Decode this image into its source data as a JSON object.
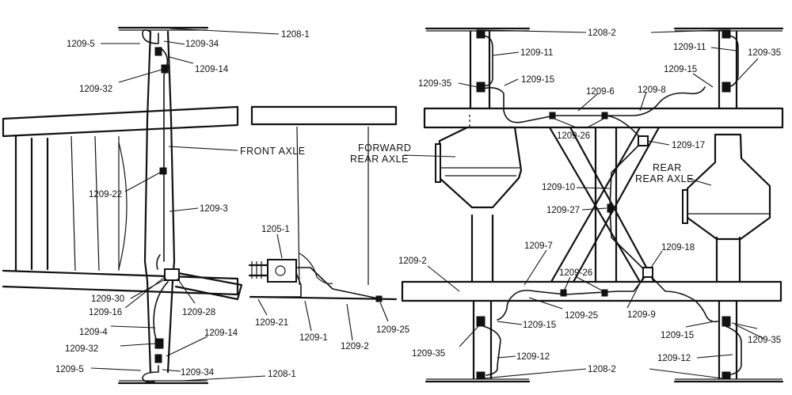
{
  "labels": {
    "l1208_1_top": "1208-1",
    "l1209_5_top": "1209-5",
    "l1209_34_top": "1209-34",
    "l1209_14_top": "1209-14",
    "l1209_32_top": "1209-32",
    "front_axle": "FRONT AXLE",
    "l1209_22": "1209-22",
    "l1209_3": "1209-3",
    "l1209_30": "1209-30",
    "l1209_16": "1209-16",
    "l1209_28": "1209-28",
    "l1209_4": "1209-4",
    "l1209_32_bot": "1209-32",
    "l1209_14_bot": "1209-14",
    "l1209_5_bot": "1209-5",
    "l1209_34_bot": "1209-34",
    "l1208_1_bot": "1208-1",
    "l1205_1": "1205-1",
    "l1209_21": "1209-21",
    "l1209_1": "1209-1",
    "l1209_2_mid": "1209-2",
    "l1209_25_mid": "1209-25",
    "forward_rear_axle_1": "FORWARD",
    "forward_rear_axle_2": "REAR AXLE",
    "l1208_2_top": "1208-2",
    "l1209_11_left": "1209-11",
    "l1209_35_tl": "1209-35",
    "l1209_15_tl": "1209-15",
    "l1209_6": "1209-6",
    "l1209_8": "1209-8",
    "l1209_11_right": "1209-11",
    "l1209_35_tr": "1209-35",
    "l1209_15_tr": "1209-15",
    "l1209_26_top": "1209-26",
    "l1209_17": "1209-17",
    "rear_rear_axle_1": "REAR",
    "rear_rear_axle_2": "REAR AXLE",
    "l1209_10": "1209-10",
    "l1209_27": "1209-27",
    "l1209_7": "1209-7",
    "l1209_18": "1209-18",
    "l1209_2_right": "1209-2",
    "l1209_26_bot": "1209-26",
    "l1209_25_right": "1209-25",
    "l1209_9": "1209-9",
    "l1209_35_bl": "1209-35",
    "l1209_15_bl": "1209-15",
    "l1209_15_br": "1209-15",
    "l1209_35_br": "1209-35",
    "l1209_12_left": "1209-12",
    "l1209_12_right": "1209-12",
    "l1208_2_bot": "1208-2"
  }
}
